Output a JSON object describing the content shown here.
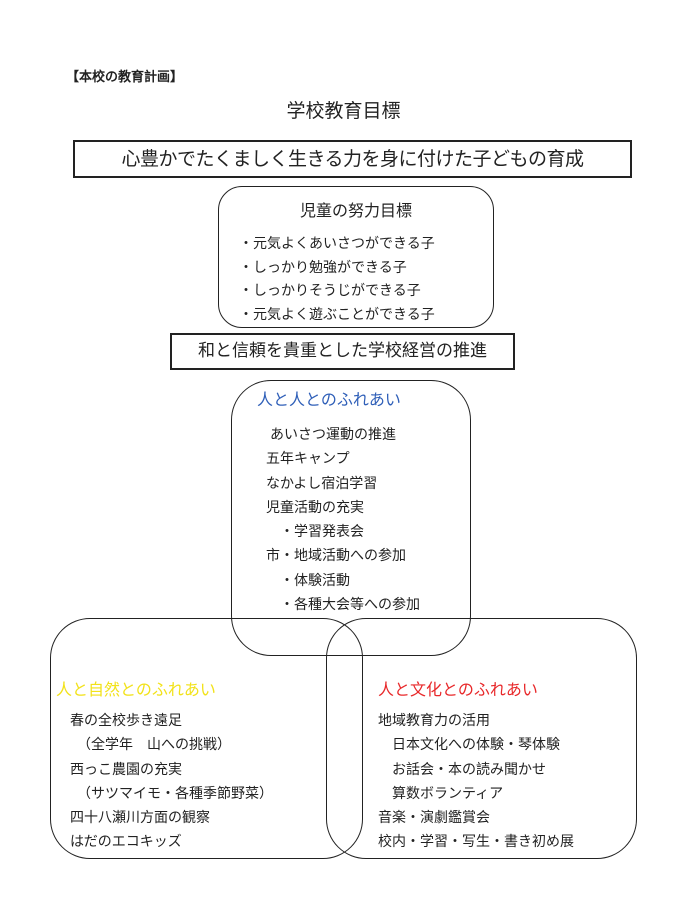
{
  "header": "【本校の教育計画】",
  "title": "学校教育目標",
  "main_goal": "心豊かでたくましく生きる力を身に付けた子どもの育成",
  "student_goals": {
    "heading": "児童の努力目標",
    "items": [
      "・元気よくあいさつができる子",
      "・しっかり勉強ができる子",
      "・しっかりそうじができる子",
      "・元気よく遊ぶことができる子"
    ]
  },
  "management": "和と信頼を貴重とした学校経営の推進",
  "colors": {
    "people": "#2f5fb8",
    "nature": "#f2e21a",
    "culture": "#e8282a"
  },
  "people": {
    "heading": "人と人とのふれあい",
    "items": [
      "あいさつ運動の推進",
      "五年キャンプ",
      "なかよし宿泊学習",
      "児童活動の充実",
      "　・学習発表会",
      "市・地域活動への参加",
      "　・体験活動",
      "　・各種大会等への参加"
    ]
  },
  "nature": {
    "heading": "人と自然とのふれあい",
    "items": [
      "春の全校歩き遠足",
      "　（全学年　山への挑戦）",
      "西っこ農園の充実",
      "　（サツマイモ・各種季節野菜）",
      "四十八瀬川方面の観察",
      "はだのエコキッズ"
    ]
  },
  "culture": {
    "heading": "人と文化とのふれあい",
    "items": [
      "地域教育力の活用",
      "　日本文化への体験・琴体験",
      "　お話会・本の読み聞かせ",
      "　算数ボランティア",
      "音楽・演劇鑑賞会",
      "校内・学習・写生・書き初め展"
    ]
  }
}
